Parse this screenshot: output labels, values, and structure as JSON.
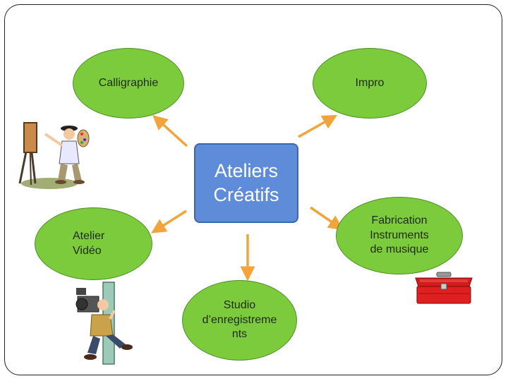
{
  "center": {
    "line1": "Ateliers",
    "line2": "Créatifs"
  },
  "nodes": {
    "calligraphie": {
      "label": "Calligraphie"
    },
    "impro": {
      "label": "Impro"
    },
    "atelier_video": {
      "line1": "Atelier",
      "line2": "Vidéo"
    },
    "fabrication": {
      "line1": "Fabrication",
      "line2": "Instruments",
      "line3": "de musique"
    },
    "studio": {
      "line1": "Studio",
      "line2": "d’enregistreme",
      "line3": "nts"
    }
  },
  "colors": {
    "node_fill": "#7ccb3c",
    "center_fill": "#5f8cd8",
    "arrow": "#f2a33a"
  },
  "illustrations": [
    "painter-clipart",
    "cameraman-clipart",
    "red-toolbox-clipart"
  ]
}
